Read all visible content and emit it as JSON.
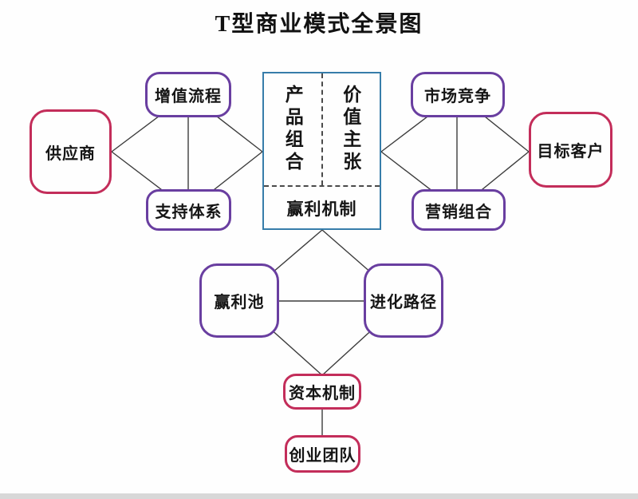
{
  "title": "T型商业模式全景图",
  "colors": {
    "red_border": "#c32d5a",
    "purple_border": "#693ea0",
    "blue_border": "#377daa",
    "line": "#3c3c3c",
    "background": "#fefefe"
  },
  "nodes": {
    "supplier": "供应商",
    "value_process": "增值流程",
    "support_system": "支持体系",
    "product_mix": "产品组合",
    "value_proposition": "价值主张",
    "profit_mechanism": "赢利机制",
    "market_competition": "市场竞争",
    "marketing_mix": "营销组合",
    "target_customer": "目标客户",
    "profit_pool": "赢利池",
    "evolution_path": "进化路径",
    "capital_mechanism": "资本机制",
    "startup_team": "创业团队"
  }
}
